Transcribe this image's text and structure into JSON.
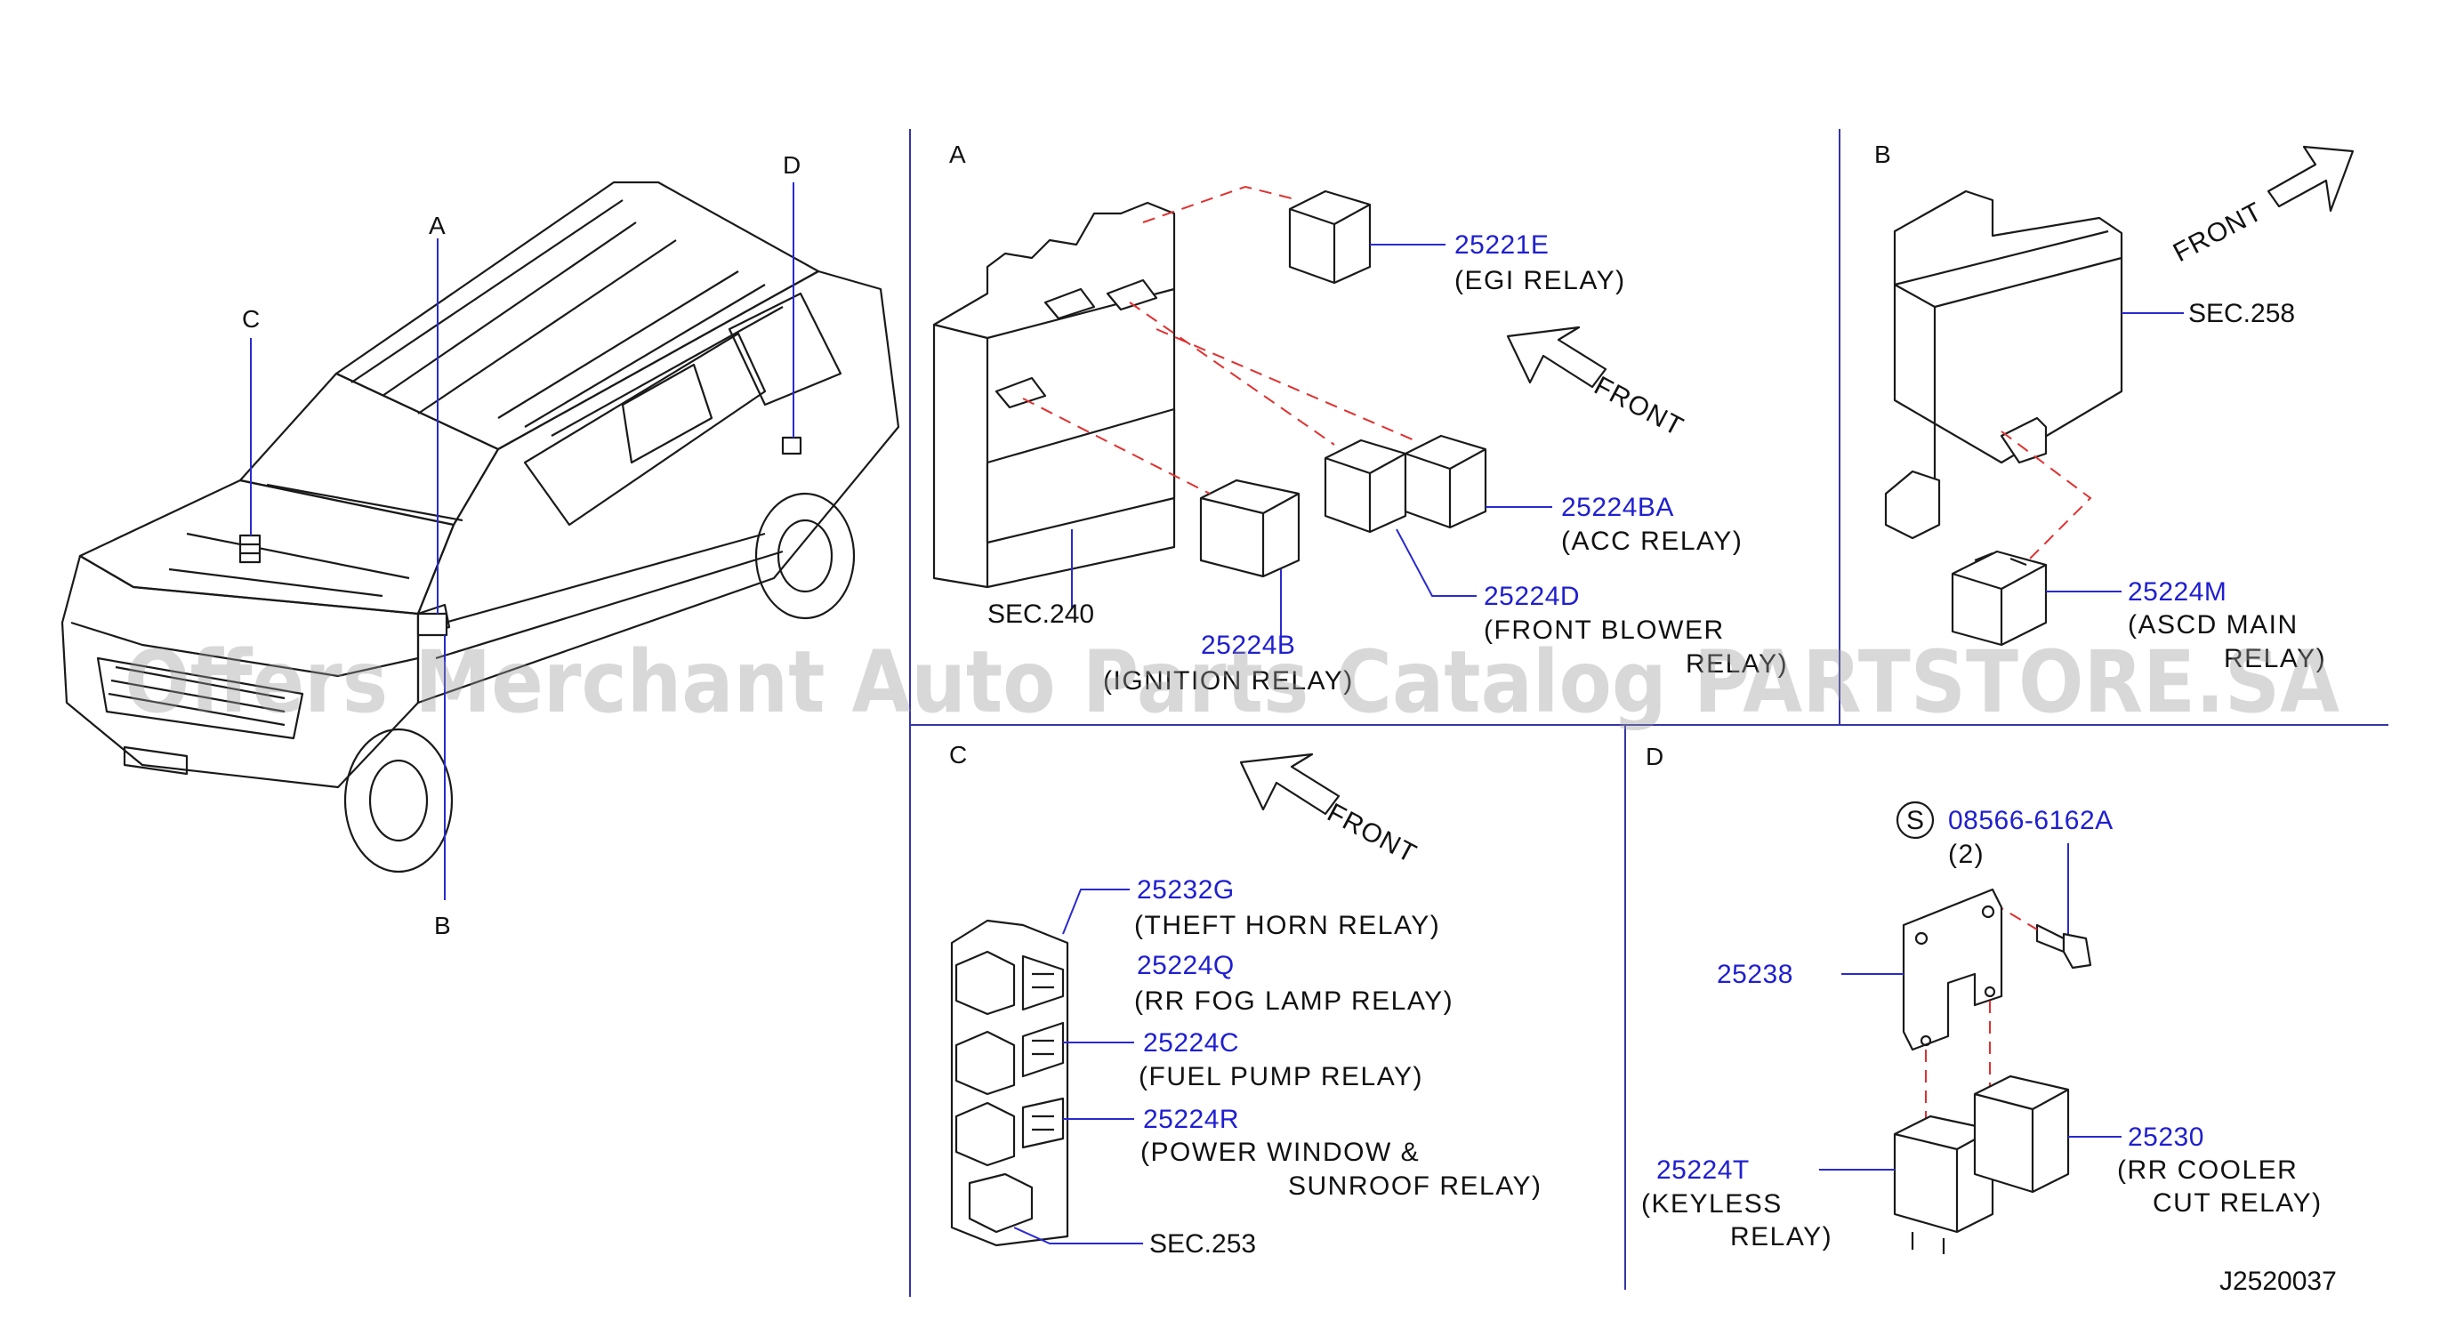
{
  "panels": {
    "a_title": "A",
    "b_title": "B",
    "c_title": "C",
    "d_title": "D"
  },
  "vehicle": {
    "callout_a": "A",
    "callout_b": "B",
    "callout_c": "C",
    "callout_d": "D"
  },
  "front_label": "FRONT",
  "panel_a": {
    "p1_num": "25221E",
    "p1_name": "(EGI  RELAY)",
    "p2_num": "25224BA",
    "p2_name": "(ACC  RELAY)",
    "p3_num": "25224D",
    "p3_name": "(FRONT  BLOWER",
    "p3_name2": "RELAY)",
    "p4_num": "25224B",
    "p4_name": "(IGNITION  RELAY)",
    "sec": "SEC.240"
  },
  "panel_b": {
    "sec": "SEC.258",
    "p1_num": "25224M",
    "p1_name": "(ASCD  MAIN",
    "p1_name2": "RELAY)"
  },
  "panel_c": {
    "p1_num": "25232G",
    "p1_name": "(THEFT   HORN   RELAY)",
    "p2_num": "25224Q",
    "p2_name": "(RR  FOG  LAMP  RELAY)",
    "p3_num": "25224C",
    "p3_name": "(FUEL  PUMP  RELAY)",
    "p4_num": "25224R",
    "p4_name": "(POWER  WINDOW  &",
    "p4_name2": "SUNROOF  RELAY)",
    "sec": "SEC.253"
  },
  "panel_d": {
    "s_symbol": "S",
    "bolt_num": "08566-6162A",
    "bolt_qty": "(2)",
    "bracket_num": "25238",
    "p1_num": "25224T",
    "p1_name": "(KEYLESS",
    "p1_name2": "RELAY)",
    "p2_num": "25230",
    "p2_name": "(RR  COOLER",
    "p2_name2": "CUT  RELAY)"
  },
  "figure_id": "J2520037",
  "watermark": "Offers Merchant Auto Parts Catalog PARTSTORE.SA"
}
